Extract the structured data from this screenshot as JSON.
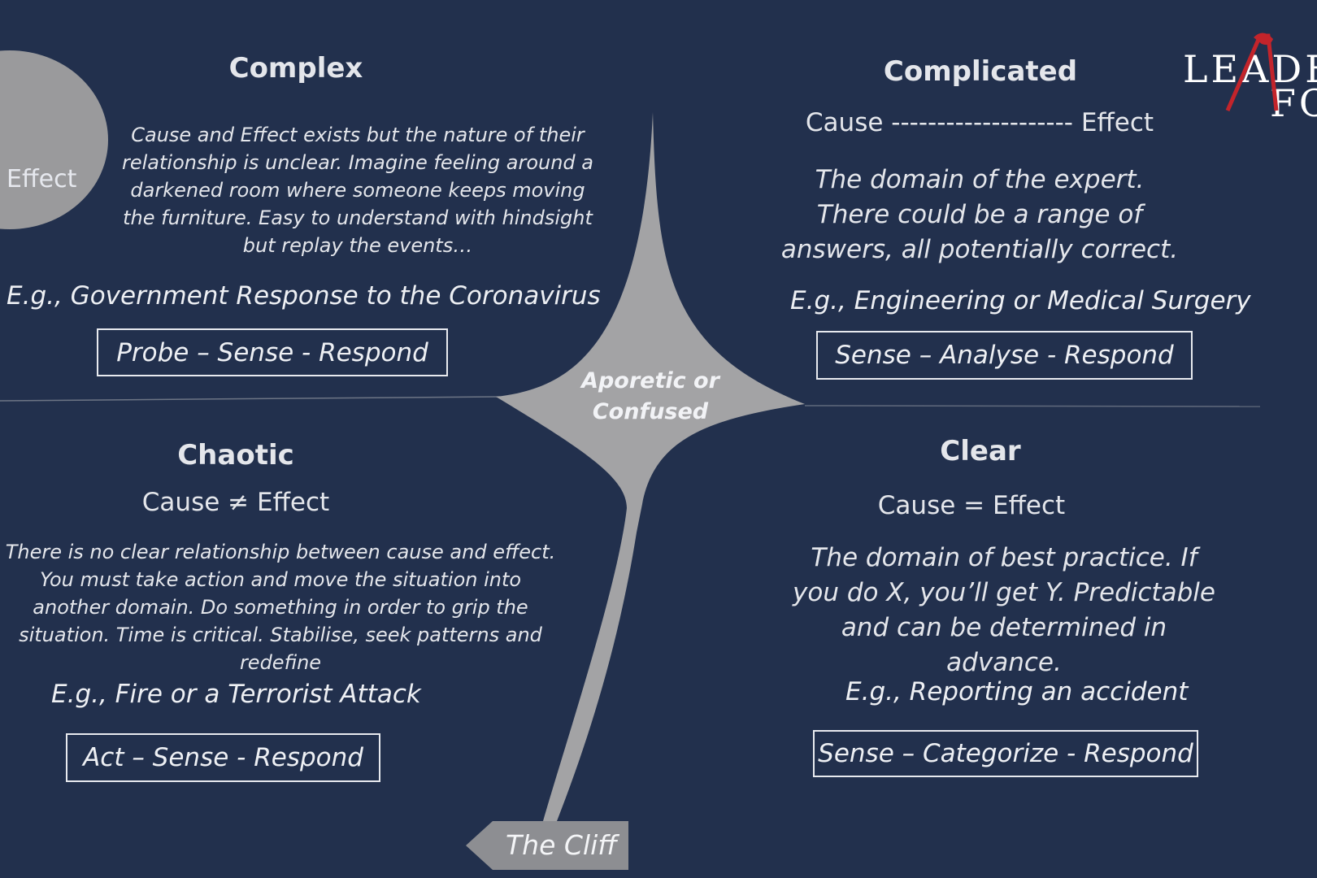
{
  "complex": {
    "title": "Complex",
    "description": "Cause and Effect exists but the nature of their relationship is unclear. Imagine feeling around a darkened room where someone keeps moving the furniture. Easy to understand with hindsight but replay the events…",
    "example": "E.g., Government Response to the Coronavirus",
    "approach": "Probe – Sense - Respond"
  },
  "complicated": {
    "title": "Complicated",
    "formula": "Cause -------------------- Effect",
    "description": "The domain of the expert. There could be a range of answers, all potentially correct.",
    "example": "E.g., Engineering or Medical Surgery",
    "approach": "Sense – Analyse - Respond"
  },
  "chaotic": {
    "title": "Chaotic",
    "formula": "Cause ≠ Effect",
    "description": "There is no clear relationship between cause and effect. You must take action and move the situation into another domain. Do something in order to grip the situation. Time is critical. Stabilise, seek patterns and redefine",
    "example": "E.g., Fire or a Terrorist Attack",
    "approach": "Act – Sense - Respond"
  },
  "clear": {
    "title": "Clear",
    "formula": "Cause = Effect",
    "description": "The domain of best practice. If you do X, you’ll get Y. Predictable and can be determined in advance.",
    "example": "E.g., Reporting an accident",
    "approach": "Sense – Categorize - Respond"
  },
  "center": {
    "line1": "Aporetic or",
    "line2": "Confused"
  },
  "cliff": {
    "label": "The Cliff"
  },
  "side_shape": {
    "label": "Effect"
  },
  "logo": {
    "line1": "LEADE",
    "line2": "FC"
  },
  "colors": {
    "background": "#22304d",
    "shape_gray": "#a3a3a5",
    "side_circle": "#9a9a9c",
    "cliff_tag": "#8d8e92",
    "logo_accent": "#c3242b",
    "text": "#e4e6eb"
  }
}
